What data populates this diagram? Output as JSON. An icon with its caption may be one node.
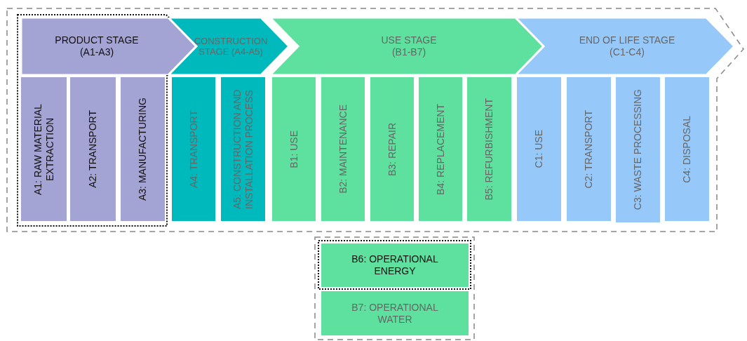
{
  "diagram": {
    "nodes": [
      {
        "text": [
          "PRODUCT STAGE (A1-A3)"
        ]
      },
      {
        "text": [
          "CONSTRUCTION STAGE (A4-A5)"
        ]
      },
      {
        "text": [
          "USE STAGE (B1-B7)"
        ]
      },
      {
        "text": [
          "END OF LIFE STAGE (C1-C4)"
        ]
      },
      {
        "text": [
          "A1: RAW MATERIAL EXTRACTION"
        ]
      },
      {
        "text": [
          "A2: TRANSPORT"
        ]
      },
      {
        "text": [
          "A3: MANUFACTURING"
        ]
      },
      {
        "text": [
          "A4: TRANSPORT"
        ]
      },
      {
        "text": [
          "A5: CONSTRUCTION AND INSTALLATION PROCESS"
        ]
      },
      {
        "text": [
          "B1: USE"
        ]
      },
      {
        "text": [
          "B2: MAINTENANCE"
        ]
      },
      {
        "text": [
          "B3: REPAIR"
        ]
      },
      {
        "text": [
          "B4: REPLACEMENT"
        ]
      },
      {
        "text": [
          "B5: REFURBISHMENT"
        ]
      },
      {
        "text": [
          "C1: USE"
        ]
      },
      {
        "text": [
          "C2: TRANSPORT"
        ]
      },
      {
        "text": [
          "C3: WASTE PROCESSING"
        ]
      },
      {
        "text": [
          "C4: DISPOSAL"
        ]
      },
      {
        "text": [
          "B6: OPERATIONAL ENERGY"
        ]
      },
      {
        "text": [
          "B7: OPERATIONAL WATER"
        ]
      }
    ]
  }
}
